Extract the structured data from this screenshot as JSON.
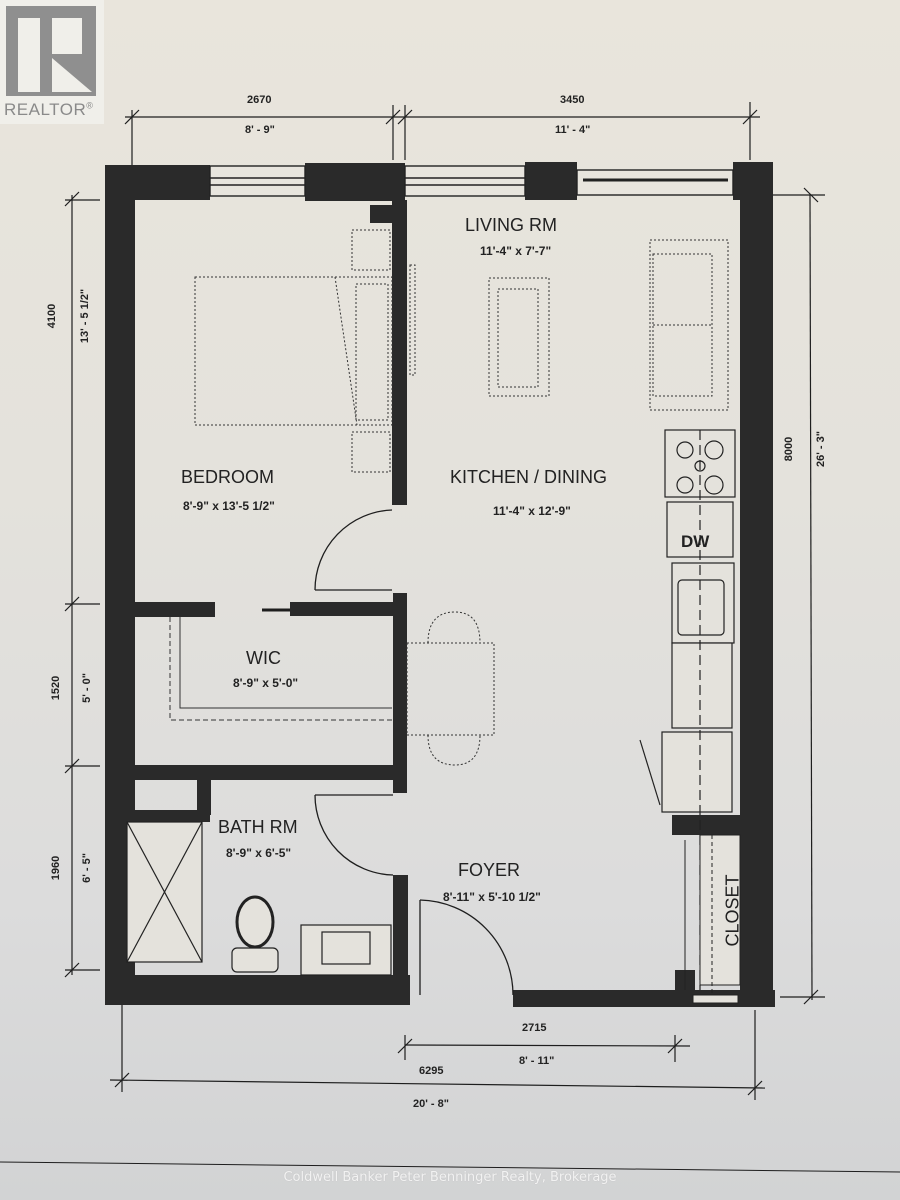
{
  "logo": {
    "text": "REALTOR",
    "trademark": "®"
  },
  "dimensions": {
    "top": [
      {
        "metric": "2670",
        "imperial": "8' - 9\""
      },
      {
        "metric": "3450",
        "imperial": "11' - 4\""
      }
    ],
    "left": [
      {
        "metric": "4100",
        "imperial": "13' - 5 1/2\""
      },
      {
        "metric": "1520",
        "imperial": "5' - 0\""
      },
      {
        "metric": "1960",
        "imperial": "6' - 5\""
      }
    ],
    "right": {
      "metric": "8000",
      "imperial": "26' - 3\""
    },
    "bottom_inner": {
      "metric": "2715",
      "imperial": "8' - 11\""
    },
    "bottom_overall": {
      "metric": "6295",
      "imperial": "20' - 8\""
    }
  },
  "rooms": {
    "living": {
      "name": "LIVING RM",
      "size": "11'-4\" x 7'-7\""
    },
    "bedroom": {
      "name": "BEDROOM",
      "size": "8'-9\" x 13'-5 1/2\""
    },
    "kitchen": {
      "name": "KITCHEN / DINING",
      "size": "11'-4\" x 12'-9\""
    },
    "wic": {
      "name": "WIC",
      "size": "8'-9\" x 5'-0\""
    },
    "bath": {
      "name": "BATH RM",
      "size": "8'-9\" x 6'-5\""
    },
    "foyer": {
      "name": "FOYER",
      "size": "8'-11\" x 5'-10 1/2\""
    },
    "closet": {
      "name": "CLOSET"
    }
  },
  "appliances": {
    "dishwasher": "DW"
  },
  "watermark": "Coldwell Banker Peter Benninger Realty, Brokerage",
  "colors": {
    "wall": "#2a2a2a",
    "paper": "#e6e3dc",
    "line": "#1e1e1e"
  }
}
